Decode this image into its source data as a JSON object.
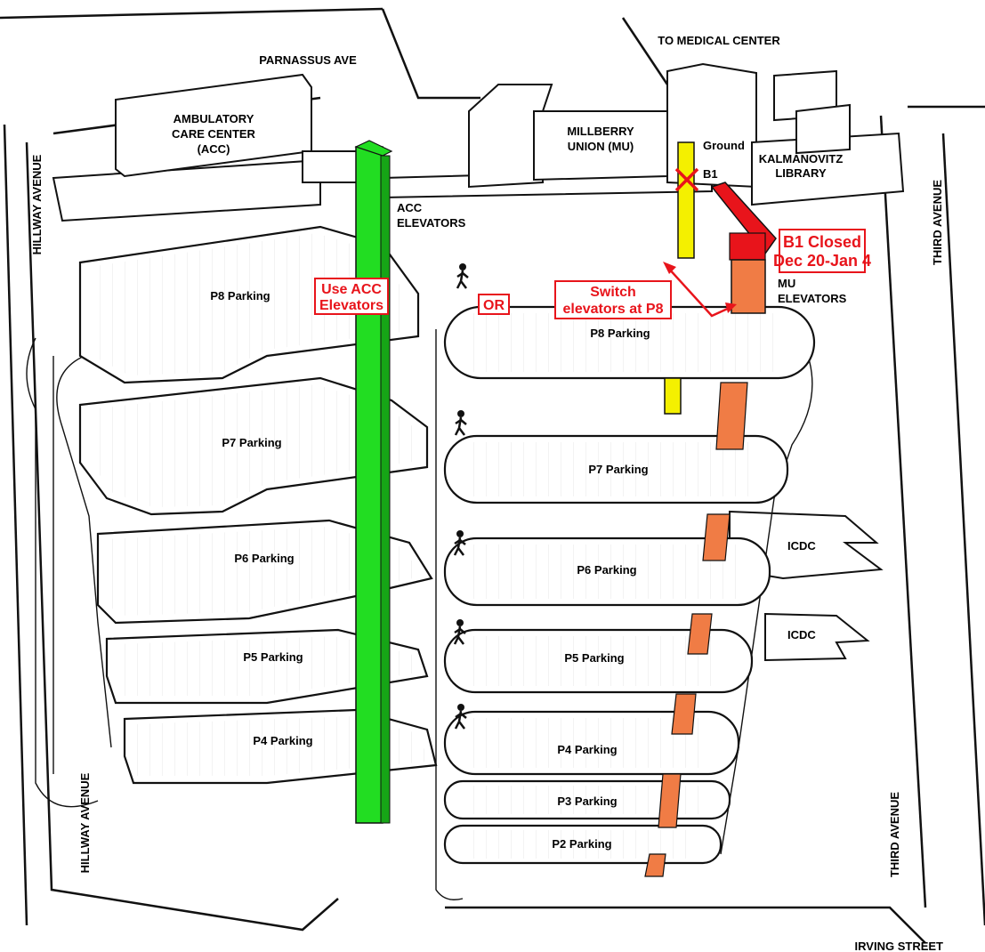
{
  "streets": {
    "parnassus": "PARNASSUS AVE",
    "to_medical": "TO MEDICAL CENTER",
    "hillway_top": "HILLWAY AVENUE",
    "hillway_bottom": "HILLWAY AVENUE",
    "third_top": "THIRD AVENUE",
    "third_bottom": "THIRD AVENUE",
    "irving": "IRVING STREET"
  },
  "buildings": {
    "acc_line1": "AMBULATORY",
    "acc_line2": "CARE CENTER",
    "acc_line3": "(ACC)",
    "mu_line1": "MILLBERRY",
    "mu_line2": "UNION (MU)",
    "library_line1": "KALMANOVITZ",
    "library_line2": "LIBRARY",
    "icdc_upper": "ICDC",
    "icdc_lower": "ICDC"
  },
  "elevators": {
    "acc_line1": "ACC",
    "acc_line2": "ELEVATORS",
    "mu_line1": "MU",
    "mu_line2": "ELEVATORS",
    "ground": "Ground",
    "b1": "B1"
  },
  "left_levels": [
    "P8 Parking",
    "P7 Parking",
    "P6 Parking",
    "P5 Parking",
    "P4 Parking"
  ],
  "right_levels": [
    "P8 Parking",
    "P7 Parking",
    "P6 Parking",
    "P5 Parking",
    "P4 Parking",
    "P3 Parking",
    "P2 Parking"
  ],
  "notices": {
    "use_acc_line1": "Use ACC",
    "use_acc_line2": "Elevators",
    "or": "OR",
    "switch_line1": "Switch",
    "switch_line2": "elevators at P8",
    "b1_closed_line1": "B1 Closed",
    "b1_closed_line2": "Dec 20-Jan 4"
  },
  "colors": {
    "acc_elevator": "#22dd22",
    "mu_elevator": "#f07c45",
    "mu_upper": "#f4f000",
    "closed": "#e8141b",
    "notice": "#e8141b"
  }
}
